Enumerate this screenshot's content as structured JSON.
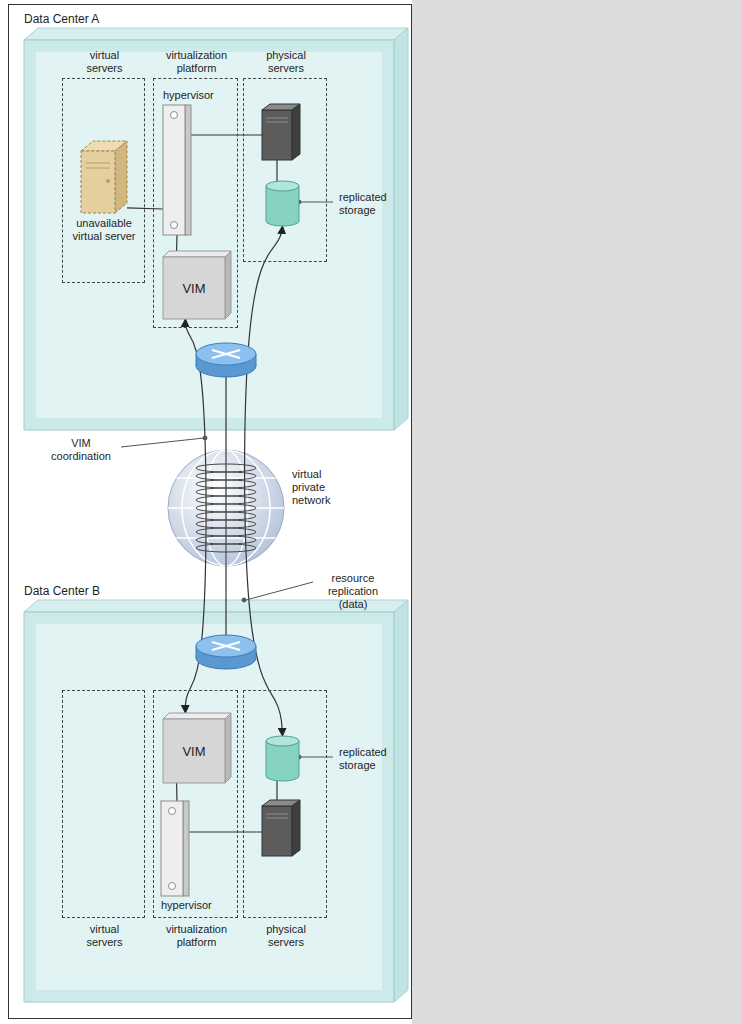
{
  "diagram": {
    "nodes": [
      {
        "text": [
          "Data Center A"
        ]
      },
      {
        "text": [
          "virtual servers"
        ],
        "in": 0
      },
      {
        "text": [
          "unavailable virtual server"
        ],
        "in": 1
      },
      {
        "text": [
          "virtualization platform"
        ],
        "in": 0
      },
      {
        "text": [
          "hypervisor"
        ],
        "in": 3
      },
      {
        "text": [
          "VIM"
        ],
        "in": 3
      },
      {
        "text": [
          "physical servers"
        ],
        "in": 0
      },
      {
        "text": [
          "replicated storage"
        ],
        "in": 6
      },
      {
        "text": [
          "Data Center B"
        ]
      },
      {
        "text": [
          "virtual servers"
        ],
        "in": 8
      },
      {
        "text": [
          "virtualization platform"
        ],
        "in": 8
      },
      {
        "text": [
          "VIM"
        ],
        "in": 10
      },
      {
        "text": [
          "hypervisor"
        ],
        "in": 10
      },
      {
        "text": [
          "physical servers"
        ],
        "in": 8
      },
      {
        "text": [
          "replicated storage"
        ],
        "in": 13
      }
    ],
    "edges": [
      {
        "from": 4,
        "to": 2,
        "arrow": "none"
      },
      {
        "from": 4,
        "to": 5,
        "arrow": "none"
      },
      {
        "from": 5,
        "to": 11,
        "arrow": "both"
      },
      {
        "from": 7,
        "to": 14,
        "arrow": "both"
      },
      {
        "from": 11,
        "to": 12,
        "arrow": "none"
      }
    ],
    "labels": [
      "VIM coordination",
      "virtual private network",
      "resource replication (data)"
    ]
  }
}
